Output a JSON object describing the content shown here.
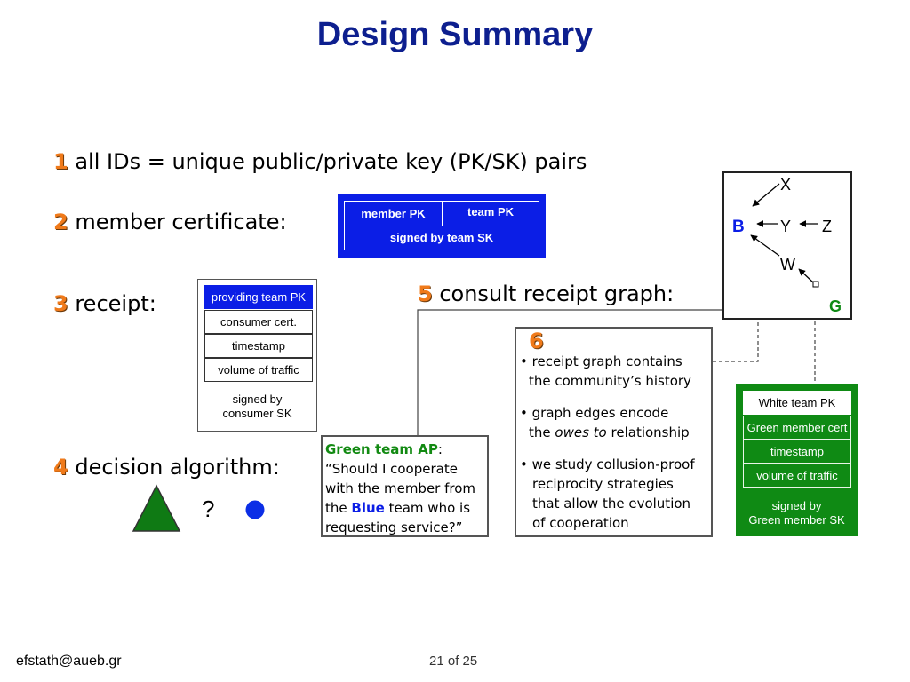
{
  "title": "Design Summary",
  "items": [
    {
      "num": "1",
      "text": "all IDs = unique public/private key (PK/SK) pairs"
    },
    {
      "num": "2",
      "text": "member certificate:"
    },
    {
      "num": "3",
      "text": "receipt:"
    },
    {
      "num": "4",
      "text": "decision algorithm:"
    },
    {
      "num": "5",
      "text": "consult receipt graph:"
    }
  ],
  "member_certificate": {
    "member_pk": "member PK",
    "team_pk": "team PK",
    "signed": "signed by team SK"
  },
  "receipt": {
    "fields": [
      "providing  team PK",
      "consumer cert.",
      "timestamp",
      "volume of traffic"
    ],
    "signed_line1": "signed by",
    "signed_line2": "consumer SK",
    "header_color": "#0b1ee6"
  },
  "decision": {
    "question": "?",
    "triangle_color": "#0f7a14",
    "circle_color": "#0b2ee6"
  },
  "graph": {
    "nodes": {
      "x": "X",
      "b": "B",
      "y": "Y",
      "z": "Z",
      "w": "W",
      "g": "G"
    }
  },
  "box6": {
    "num": "6",
    "bullets": [
      [
        "receipt graph contains",
        "the community’s history"
      ],
      [
        "graph edges encode",
        "the",
        "owes to",
        "relationship"
      ],
      [
        "we study collusion-proof",
        "reciprocity strategies",
        "that allow the evolution",
        "of cooperation"
      ]
    ]
  },
  "green_team": {
    "title": "Green team AP",
    "colon": ":",
    "l1": "“Should I cooperate",
    "l2": "with the member from",
    "l3a": "the",
    "l3b": "Blue",
    "l3c": "team who is",
    "l4": "requesting service?”"
  },
  "green_receipt": {
    "fields": [
      "White team PK",
      "Green member cert",
      "timestamp",
      "volume of traffic"
    ],
    "signed_line1": "signed by",
    "signed_line2": "Green member SK"
  },
  "footer": {
    "email": "efstath@aueb.gr",
    "page": "21",
    "of": "of",
    "total": "25"
  }
}
